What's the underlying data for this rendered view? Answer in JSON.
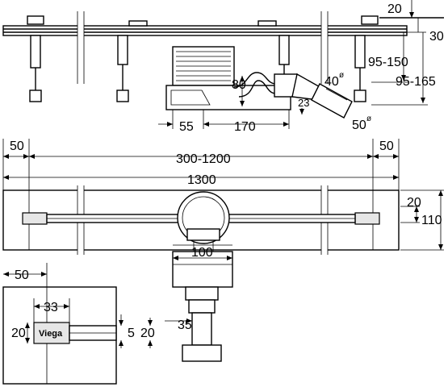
{
  "side_view": {
    "dim_top_step": "20",
    "dim_height_total": "30",
    "dim_range_a": "95-150",
    "dim_range_b": "95-165",
    "dim_trap_height": "80",
    "dim_outlet_offset": "23",
    "dim_angle_40": "40",
    "dim_angle_50": "50",
    "dim_diameter_symbol": "ø",
    "dim_left_offset": "55",
    "dim_trap_width": "170"
  },
  "top_view": {
    "dim_left_margin": "50",
    "dim_right_margin": "50",
    "dim_channel_range": "300-1200",
    "dim_total_length": "1300",
    "dim_slot_width": "20",
    "dim_total_width": "110",
    "dim_trap_box": "100",
    "dim_outlet_dia": "35"
  },
  "detail_view": {
    "dim_margin": "50",
    "dim_logo_width": "33",
    "dim_logo_height": "20",
    "logo_text": "Viega",
    "dim_gap": "5",
    "dim_slot": "20"
  }
}
